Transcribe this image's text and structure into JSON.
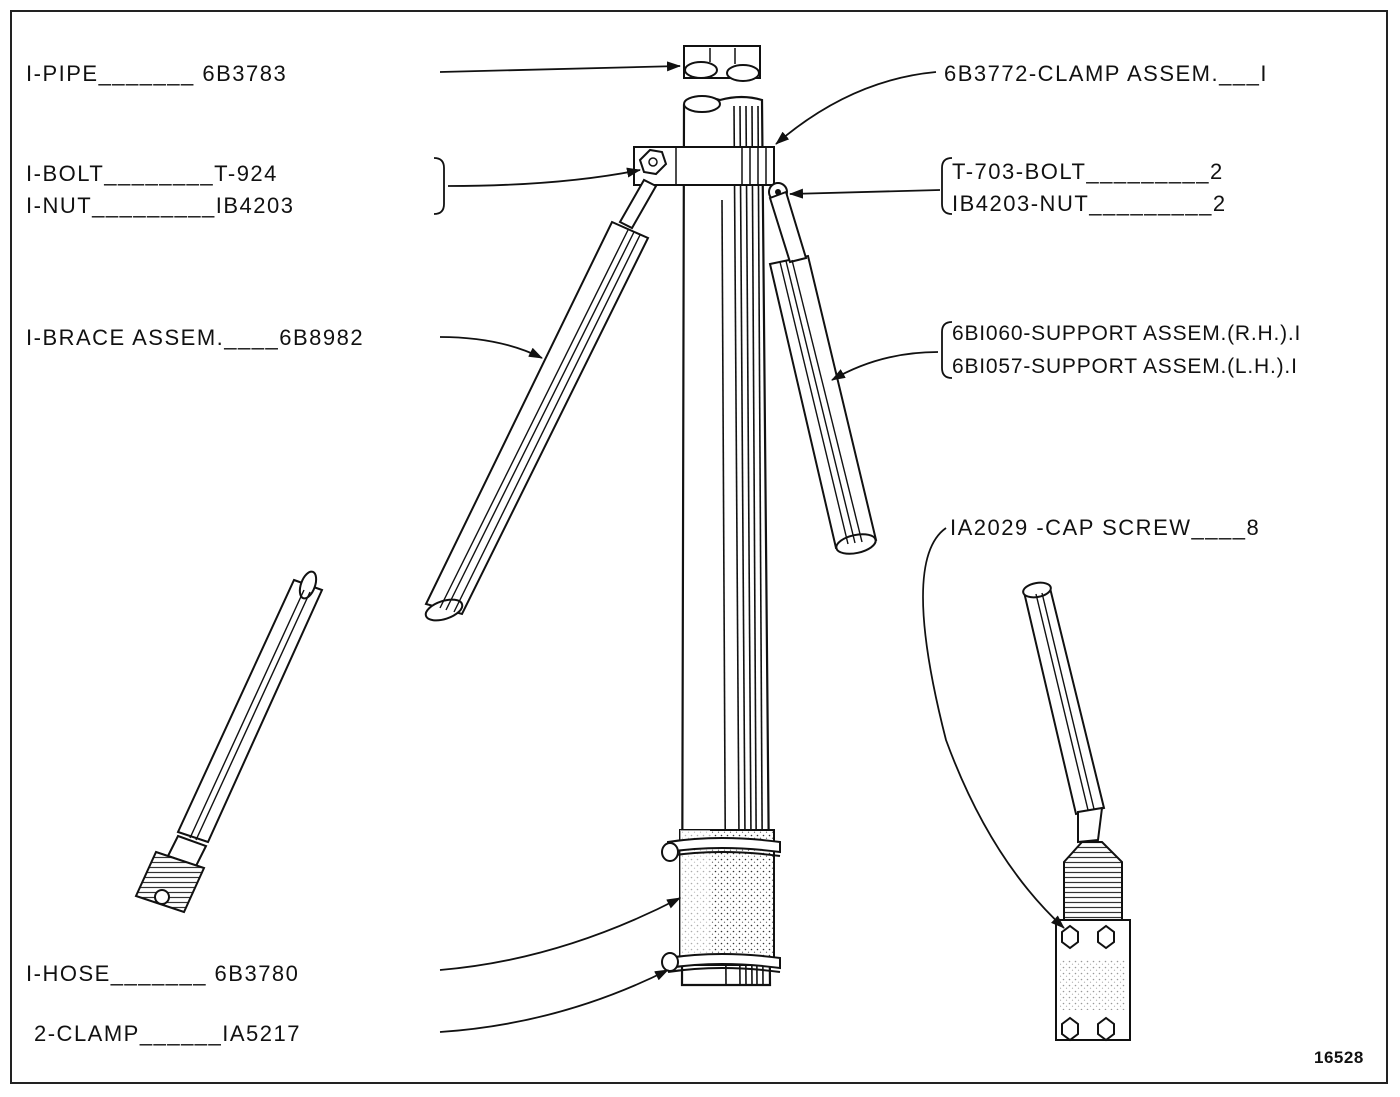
{
  "labels": {
    "pipe": "I-PIPE_______ 6B3783",
    "bolt_left": "I-BOLT________T-924",
    "nut_left": "I-NUT_________IB4203",
    "brace": "I-BRACE ASSEM.____6B8982",
    "hose": "I-HOSE_______ 6B3780",
    "clamp": "2-CLAMP______IA5217",
    "clamp_assem": "6B3772-CLAMP ASSEM.___I",
    "bolt_right": "T-703-BOLT_________2",
    "nut_right": "IB4203-NUT_________2",
    "support_rh": "6BI060-SUPPORT ASSEM.(R.H.).I",
    "support_lh": "6BI057-SUPPORT ASSEM.(L.H.).I",
    "cap_screw": "IA2029 -CAP SCREW____8"
  },
  "figure_number": "16528",
  "colors": {
    "ink": "#111111",
    "paper": "#ffffff"
  }
}
